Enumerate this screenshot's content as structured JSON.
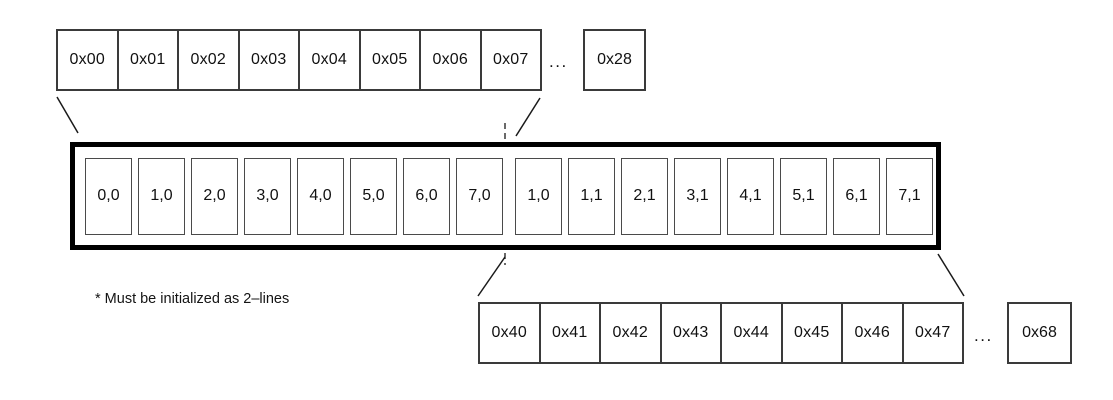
{
  "top_row": {
    "cells": [
      "0x00",
      "0x01",
      "0x02",
      "0x03",
      "0x04",
      "0x05",
      "0x06",
      "0x07"
    ],
    "ellipsis": "...",
    "tail_cell": "0x28"
  },
  "cache_line": {
    "cells": [
      "0,0",
      "1,0",
      "2,0",
      "3,0",
      "4,0",
      "5,0",
      "6,0",
      "7,0",
      "1,0",
      "1,1",
      "2,1",
      "3,1",
      "4,1",
      "5,1",
      "6,1",
      "7,1"
    ]
  },
  "bottom_row": {
    "cells": [
      "0x40",
      "0x41",
      "0x42",
      "0x43",
      "0x44",
      "0x45",
      "0x46",
      "0x47"
    ],
    "ellipsis": "...",
    "tail_cell": "0x68"
  },
  "footnote": "* Must be initialized as 2–lines",
  "colors": {
    "background": "#ffffff",
    "text": "#111111",
    "thin_border": "#3a3a3a",
    "inner_border": "#4a4a4a",
    "thick_border": "#000000",
    "connector_line": "#1a1a1a"
  }
}
